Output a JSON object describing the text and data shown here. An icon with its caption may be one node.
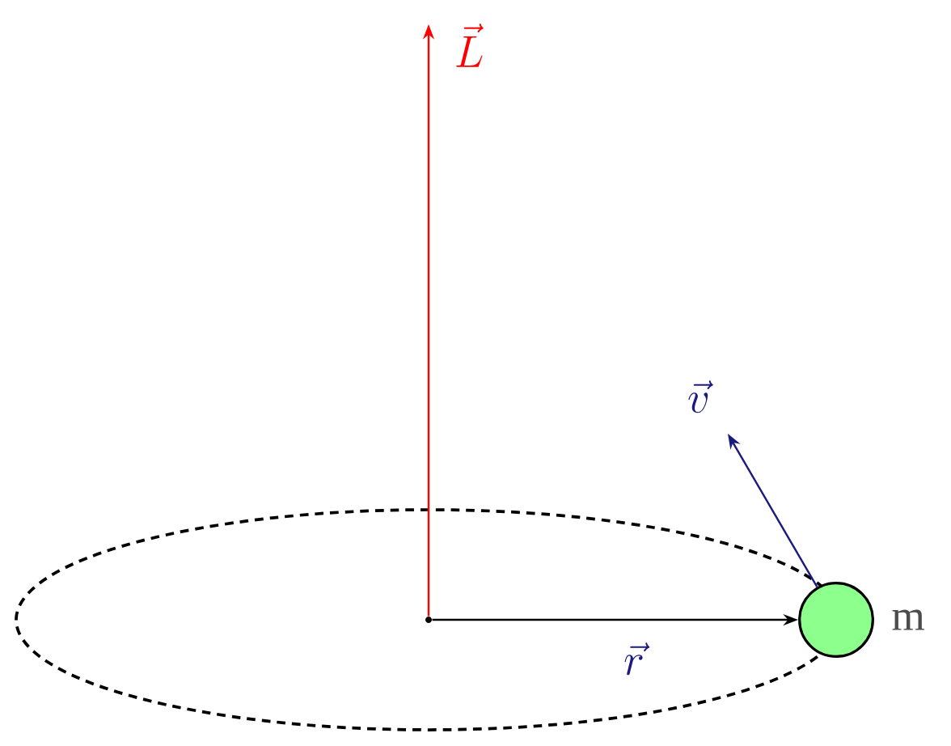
{
  "diagram": {
    "nodes": [
      {
        "text": [],
        "shape": "circle"
      },
      {
        "text": [],
        "shape": "circle",
        "beside": [
          "m"
        ]
      }
    ],
    "edges": [
      {
        "from": 0,
        "to": 1,
        "arrow": "to",
        "label": "\\vec{r}"
      },
      {
        "from": 0,
        "to": null,
        "arrow": "to",
        "label": "\\vec{L}",
        "color": "#ff0000"
      },
      {
        "from": 1,
        "to": null,
        "arrow": "to",
        "label": "\\vec{v}",
        "color": "#1a1a80"
      }
    ]
  }
}
